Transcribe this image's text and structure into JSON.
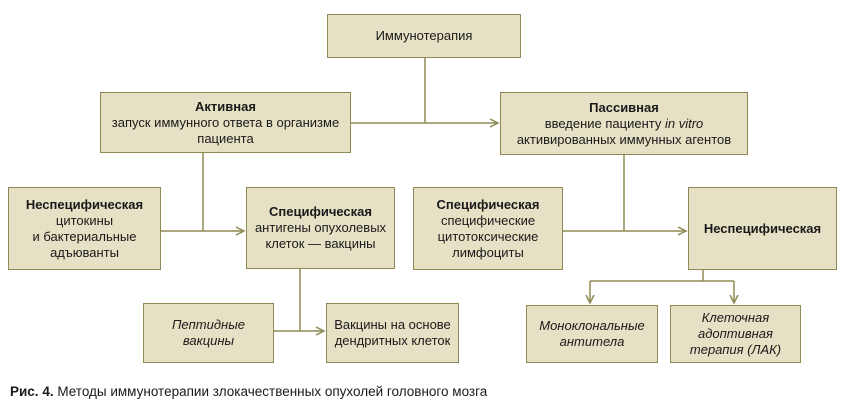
{
  "diagram": {
    "root": "Иммунотерапия",
    "active": {
      "title": "Активная",
      "line1": "запуск иммунного ответа в организме",
      "line2": "пациента"
    },
    "passive": {
      "title": "Пассивная",
      "line1_pre": "введение пациенту ",
      "line1_em": "in vitro",
      "line2": "активированных иммунных агентов"
    },
    "active_nonspecific": {
      "title": "Неспецифическая",
      "line1": "цитокины",
      "line2": "и бактериальные",
      "line3": "адъюванты"
    },
    "active_specific": {
      "title": "Специфическая",
      "line1": "антигены опухолевых",
      "line2": "клеток — вакцины"
    },
    "passive_specific": {
      "title": "Специфическая",
      "line1": "специфические",
      "line2": "цитотоксические",
      "line3": "лимфоциты"
    },
    "passive_nonspecific": {
      "title": "Неспецифическая"
    },
    "peptide": {
      "line1": "Пептидные",
      "line2": "вакцины"
    },
    "dendritic": {
      "line1": "Вакцины на основе",
      "line2": "дендритных клеток"
    },
    "monoclonal": {
      "line1": "Моноклональные",
      "line2": "антитела"
    },
    "lak": {
      "line1": "Клеточная",
      "line2": "адоптивная",
      "line3": "терапия (ЛАК)"
    }
  },
  "caption": {
    "label": "Рис. 4.",
    "text": " Методы иммунотерапии злокачественных опухолей головного мозга"
  },
  "colors": {
    "box_fill": "#e6e0c4",
    "box_border": "#8f8a55",
    "connector": "#8f8a55"
  }
}
